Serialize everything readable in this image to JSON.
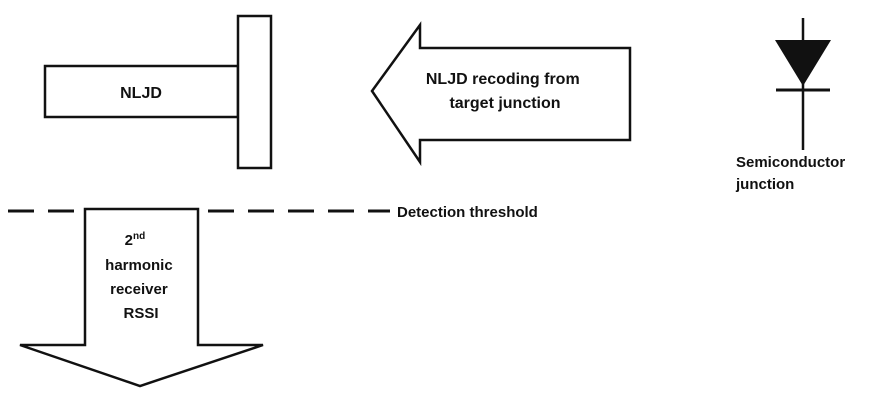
{
  "nljd_label": "NLJD",
  "return_arrow_text": [
    "NLJD recoding from",
    "target junction"
  ],
  "threshold_label": "Detection threshold",
  "rssi_arrow_text": {
    "ordinal": "2",
    "superscript": "nd",
    "lines": [
      "harmonic",
      "receiver",
      "RSSI"
    ]
  },
  "junction_label": [
    "Semiconductor",
    "junction"
  ],
  "colors": {
    "stroke": "#111111",
    "fill": "#ffffff"
  },
  "icons": {
    "semiconductor_junction": "diode-icon"
  }
}
